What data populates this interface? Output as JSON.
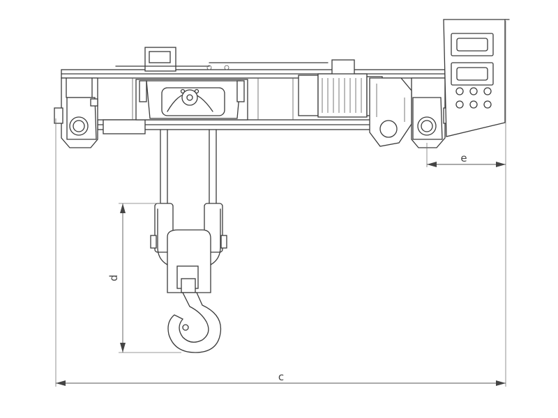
{
  "dimensions": {
    "c": "c",
    "d": "d",
    "e": "e"
  },
  "colors": {
    "line": "#3a3a3a",
    "background": "#ffffff"
  }
}
